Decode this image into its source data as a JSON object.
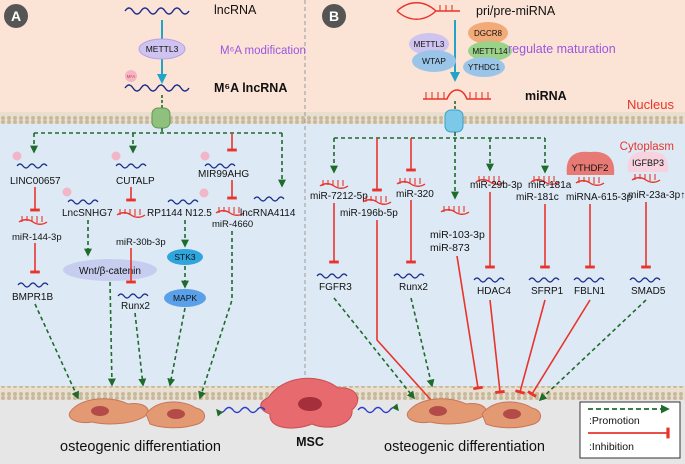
{
  "panels": {
    "a": {
      "badge": "A"
    },
    "b": {
      "badge": "B"
    }
  },
  "compartments": {
    "nucleus": "Nucleus",
    "cytoplasm": "Cytoplasm"
  },
  "panel_a": {
    "lncrna": "lncRNA",
    "writer": "METTL3",
    "modification": "M⁶A modification",
    "m6a_lncrna": "M⁶A lncRNA",
    "m6a_tag": "M⁶A",
    "items": [
      "LINC00657",
      "CUTALP",
      "MIR99AHG",
      "LncSNHG7",
      "RP1144 N12.5",
      "lncRNA4114"
    ],
    "mirnas": [
      "miR-144-3p",
      "miR-30b-3p",
      "miR-4660"
    ],
    "pathways": [
      "Wnt/β-catenin",
      "STK3",
      "MAPK"
    ],
    "targets": [
      "BMPR1B",
      "Runx2"
    ],
    "outcome": "osteogenic differentiation"
  },
  "panel_b": {
    "precursor": "pri/pre-miRNA",
    "complex": [
      "METTL3",
      "WTAP",
      "DGCR8",
      "METTL14",
      "YTHDC1"
    ],
    "maturation": "regulate maturation",
    "mirna": "miRNA",
    "mirnas": [
      "miR-7212-5p",
      "miR-196b-5p",
      "miR-320",
      "miR-103-3p",
      "miR-873",
      "miR-29b-3p",
      "miR-181a",
      "miR-181c",
      "miRNA-615-3p",
      "miR-23a-3p↑"
    ],
    "readers": [
      "YTHDF2",
      "IGFBP3"
    ],
    "targets": [
      "FGFR3",
      "Runx2",
      "HDAC4",
      "SFRP1",
      "FBLN1",
      "SMAD5"
    ],
    "outcome": "osteogenic differentiation"
  },
  "cell": "MSC",
  "legend": {
    "promotion": ":Promotion",
    "inhibition": ":Inhibition"
  },
  "colors": {
    "promotion": "#1e6b2c",
    "inhibition": "#e8342c",
    "nucleus_bg": "#fbe3d6",
    "cytoplasm_bg": "#ddeaf5",
    "bottom_bg": "#e6e6e6",
    "modification": "#9a57e0",
    "helix": "#1a2d8a"
  }
}
